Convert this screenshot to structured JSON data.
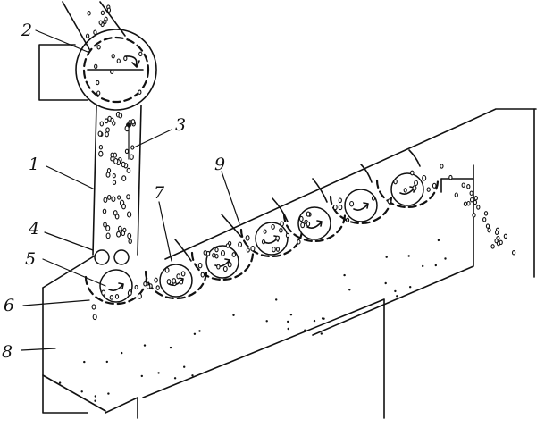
{
  "labels": [
    {
      "id": "1",
      "text": "1"
    },
    {
      "id": "2",
      "text": "2"
    },
    {
      "id": "3",
      "text": "3"
    },
    {
      "id": "4",
      "text": "4"
    },
    {
      "id": "5",
      "text": "5"
    },
    {
      "id": "6",
      "text": "6"
    },
    {
      "id": "7",
      "text": "7"
    },
    {
      "id": "8",
      "text": "8"
    },
    {
      "id": "9",
      "text": "9"
    }
  ],
  "roller_count": 7,
  "ink_color": "#111111",
  "background_color": "#ffffff"
}
